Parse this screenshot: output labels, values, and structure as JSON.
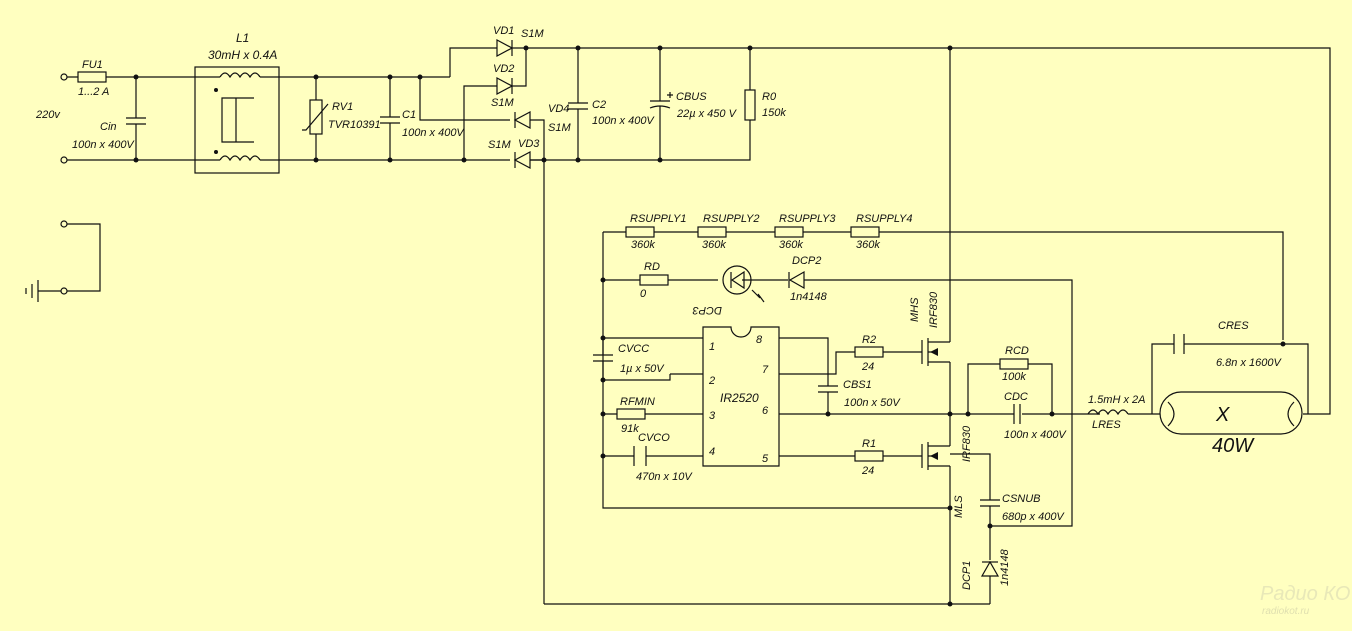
{
  "input": {
    "voltage": "220v"
  },
  "components": {
    "fu1": {
      "ref": "FU1",
      "value": "1...2 A"
    },
    "cin": {
      "ref": "Cin",
      "value": "100n x 400V"
    },
    "l1": {
      "ref": "L1",
      "value": "30mH x 0.4A"
    },
    "rv1": {
      "ref": "RV1",
      "value": "TVR10391"
    },
    "c1": {
      "ref": "C1",
      "value": "100n x 400V"
    },
    "vd1": {
      "ref": "VD1",
      "value": "S1M"
    },
    "vd2": {
      "ref": "VD2",
      "value": "S1M"
    },
    "vd3": {
      "ref": "VD3",
      "value": "S1M"
    },
    "vd4": {
      "ref": "VD4",
      "value": "S1M"
    },
    "c2": {
      "ref": "C2",
      "value": "100n x 400V"
    },
    "cbus": {
      "ref": "CBUS",
      "value": "22µ x 450 V"
    },
    "r0": {
      "ref": "R0",
      "value": "150k"
    },
    "rsupply1": {
      "ref": "RSUPPLY1",
      "value": "360k"
    },
    "rsupply2": {
      "ref": "RSUPPLY2",
      "value": "360k"
    },
    "rsupply3": {
      "ref": "RSUPPLY3",
      "value": "360k"
    },
    "rsupply4": {
      "ref": "RSUPPLY4",
      "value": "360k"
    },
    "rd": {
      "ref": "RD",
      "value": "0"
    },
    "dcp3": {
      "ref": "DCP3"
    },
    "dcp2": {
      "ref": "DCP2",
      "value": "1n4148"
    },
    "cvcc": {
      "ref": "CVCC",
      "value": "1µ x 50V"
    },
    "ic": {
      "ref": "IR2520",
      "pins": [
        "1",
        "2",
        "3",
        "4",
        "5",
        "6",
        "7",
        "8"
      ]
    },
    "rfmin": {
      "ref": "RFMIN",
      "value": "91k"
    },
    "cvco": {
      "ref": "CVCO",
      "value": "470n x 10V"
    },
    "r2": {
      "ref": "R2",
      "value": "24"
    },
    "r1": {
      "ref": "R1",
      "value": "24"
    },
    "cbs1": {
      "ref": "CBS1",
      "value": "100n x 50V"
    },
    "mhs": {
      "ref": "MHS",
      "value": "IRF830"
    },
    "mls": {
      "ref": "MLS",
      "value": "IRF830"
    },
    "rcd": {
      "ref": "RCD",
      "value": "100k"
    },
    "cdc": {
      "ref": "CDC",
      "value": "100n x 400V"
    },
    "lres": {
      "ref": "LRES",
      "value": "1.5mH x 2A"
    },
    "cres": {
      "ref": "CRES",
      "value": "6.8n x 1600V"
    },
    "csnub": {
      "ref": "CSNUB",
      "value": "680p x 400V"
    },
    "dcp1": {
      "ref": "DCP1",
      "value": "1n4148"
    },
    "lamp": {
      "symbol": "X",
      "power": "40W"
    }
  },
  "watermark": {
    "line1": "Радио КОТ",
    "line2": "radiokot.ru"
  }
}
